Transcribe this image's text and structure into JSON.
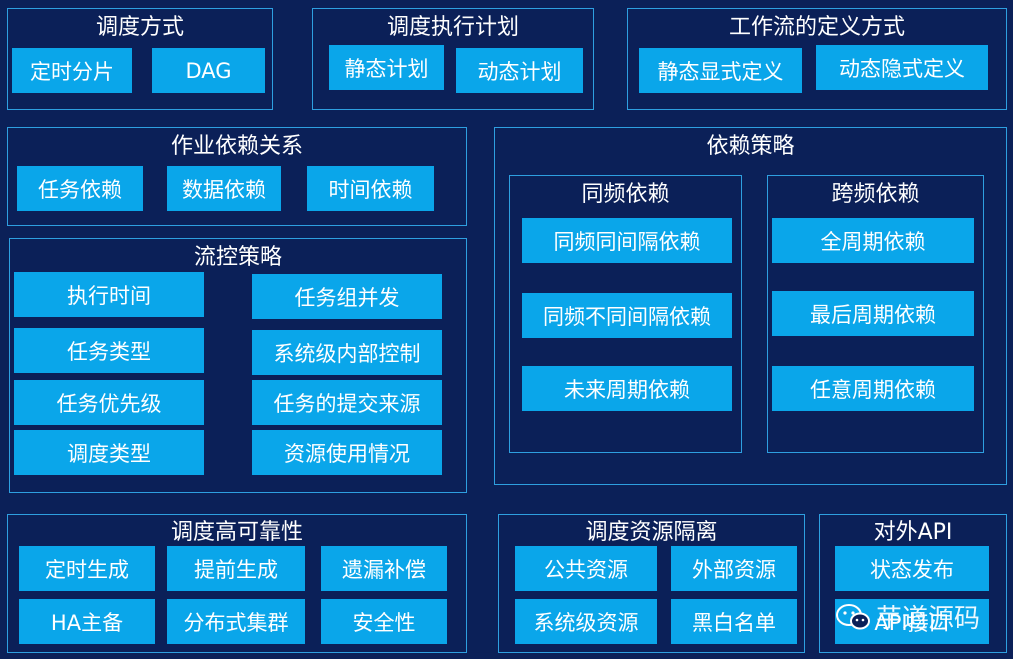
{
  "colors": {
    "background": "#0b2058",
    "panel_border": "#2e9fe0",
    "chip": "#0aa6ea",
    "text": "#ffffff"
  },
  "scheduling_mode": {
    "title": "调度方式",
    "items": [
      "定时分片",
      "DAG"
    ]
  },
  "execution_plan": {
    "title": "调度执行计划",
    "items": [
      "静态计划",
      "动态计划"
    ]
  },
  "workflow_definition": {
    "title": "工作流的定义方式",
    "items": [
      "静态显式定义",
      "动态隐式定义"
    ]
  },
  "job_dependency": {
    "title": "作业依赖关系",
    "items": [
      "任务依赖",
      "数据依赖",
      "时间依赖"
    ]
  },
  "dependency_strategy": {
    "title": "依赖策略",
    "same_freq": {
      "title": "同频依赖",
      "items": [
        "同频同间隔依赖",
        "同频不同间隔依赖",
        "未来周期依赖"
      ]
    },
    "cross_freq": {
      "title": "跨频依赖",
      "items": [
        "全周期依赖",
        "最后周期依赖",
        "任意周期依赖"
      ]
    }
  },
  "flow_control": {
    "title": "流控策略",
    "left": [
      "执行时间",
      "任务类型",
      "任务优先级",
      "调度类型"
    ],
    "right": [
      "任务组并发",
      "系统级内部控制",
      "任务的提交来源",
      "资源使用情况"
    ]
  },
  "high_availability": {
    "title": "调度高可靠性",
    "items": [
      "定时生成",
      "提前生成",
      "遗漏补偿",
      "HA主备",
      "分布式集群",
      "安全性"
    ]
  },
  "resource_isolation": {
    "title": "调度资源隔离",
    "items": [
      "公共资源",
      "外部资源",
      "系统级资源",
      "黑白名单"
    ]
  },
  "external_api": {
    "title": "对外API",
    "items": [
      "状态发布",
      "API接口"
    ]
  },
  "watermark": {
    "text": "芋道源码",
    "icon": "wechat-icon"
  }
}
